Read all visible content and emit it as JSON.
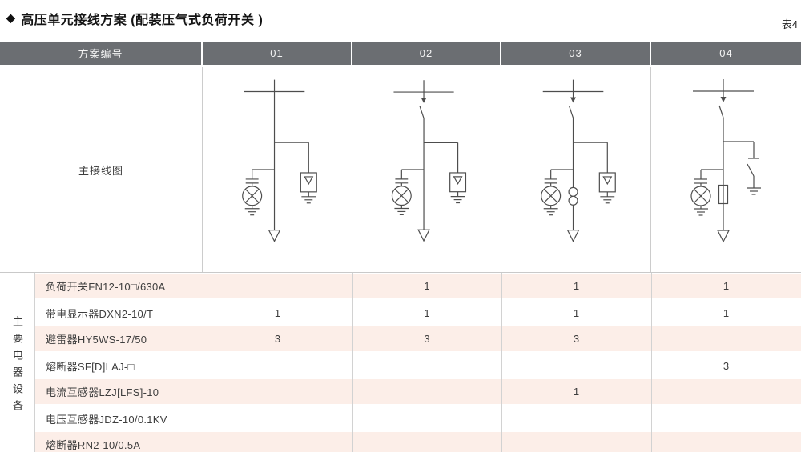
{
  "page": {
    "title_icon": "◆",
    "title": "高压单元接线方案 (配装压气式负荷开关 )",
    "sheet_label": "表4"
  },
  "colors": {
    "header_bg": "#6b6e72",
    "row_pink": "#fceee8",
    "grid_line": "#c9c9c9",
    "diagram_stroke": "#4d4d4d"
  },
  "table": {
    "header": {
      "scheme_col": "方案编号",
      "schemes": [
        "01",
        "02",
        "03",
        "04"
      ]
    },
    "diagram_row_label": "主接线图",
    "group_label": "主要电器设备",
    "diagrams": [
      {
        "scheme": "01",
        "load_switch": false,
        "fuse": false,
        "current_transformer": false,
        "right_branch": "arrester",
        "components": [
          "busbar",
          "voltage-indicator",
          "arrester",
          "cable-outlet"
        ]
      },
      {
        "scheme": "02",
        "load_switch": true,
        "fuse": false,
        "current_transformer": false,
        "right_branch": "arrester",
        "components": [
          "busbar",
          "load-switch",
          "voltage-indicator",
          "arrester",
          "cable-outlet"
        ]
      },
      {
        "scheme": "03",
        "load_switch": true,
        "fuse": false,
        "current_transformer": true,
        "right_branch": "arrester",
        "components": [
          "busbar",
          "load-switch",
          "voltage-indicator",
          "arrester",
          "current-transformer",
          "cable-outlet"
        ]
      },
      {
        "scheme": "04",
        "load_switch": true,
        "fuse": true,
        "current_transformer": false,
        "right_branch": "earthing",
        "components": [
          "busbar",
          "load-switch",
          "fuse",
          "voltage-indicator",
          "earthing-switch",
          "cable-outlet"
        ]
      }
    ],
    "rows": [
      {
        "name": "负荷开关FN12-10□/630A",
        "values": [
          "",
          "1",
          "1",
          "1"
        ]
      },
      {
        "name": "带电显示器DXN2-10/T",
        "values": [
          "1",
          "1",
          "1",
          "1"
        ]
      },
      {
        "name": "避雷器HY5WS-17/50",
        "values": [
          "3",
          "3",
          "3",
          ""
        ]
      },
      {
        "name": "熔断器SF[D]LAJ-□",
        "values": [
          "",
          "",
          "",
          "3"
        ]
      },
      {
        "name": "电流互感器LZJ[LFS]-10",
        "values": [
          "",
          "",
          "1",
          ""
        ]
      },
      {
        "name": "电压互感器JDZ-10/0.1KV",
        "values": [
          "",
          "",
          "",
          ""
        ]
      },
      {
        "name": "熔断器RN2-10/0.5A",
        "values": [
          "",
          "",
          "",
          ""
        ]
      }
    ]
  }
}
